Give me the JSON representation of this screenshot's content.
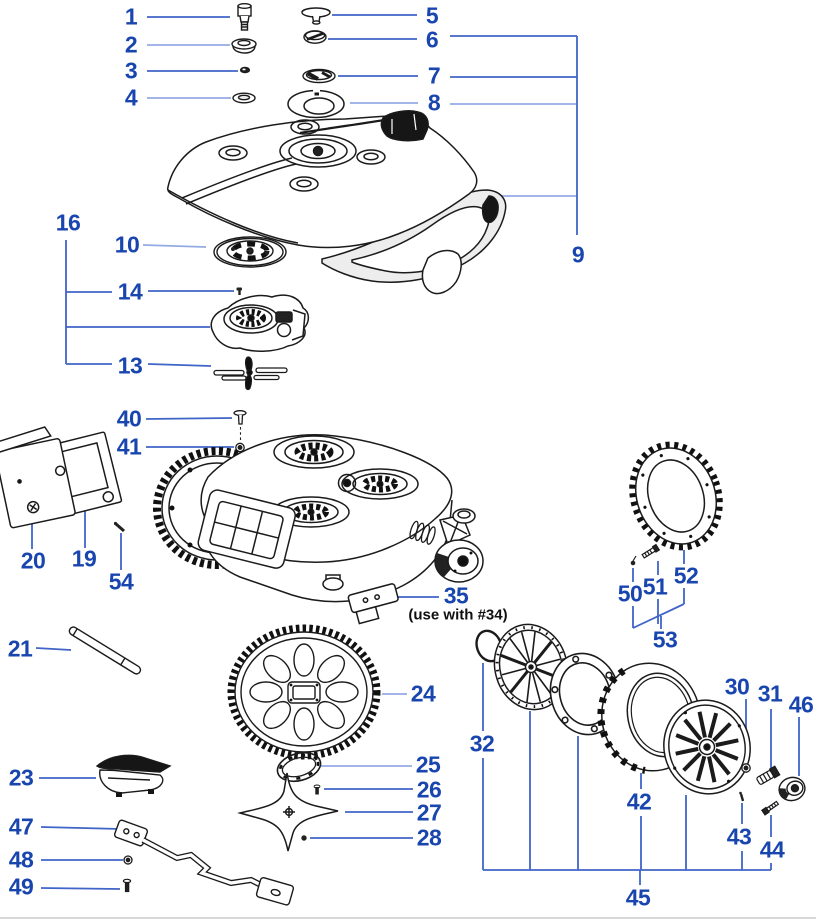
{
  "diagram": {
    "kind": "exploded-parts-diagram",
    "subject_icon": "robotic-lawn-mower-parts-icon",
    "background_color": "#ffffff",
    "callout_color": "#1845ae",
    "leader_line_color": "#4064c8",
    "leader_line_light_color": "#94aae4",
    "line_art_color": "#1b1b1b",
    "note_for_35": "(use with #34)",
    "callouts": {
      "n1": "1",
      "n2": "2",
      "n3": "3",
      "n4": "4",
      "n5": "5",
      "n6": "6",
      "n7": "7",
      "n8": "8",
      "n9": "9",
      "n10": "10",
      "n13": "13",
      "n14": "14",
      "n16": "16",
      "n19": "19",
      "n20": "20",
      "n21": "21",
      "n23": "23",
      "n24": "24",
      "n25": "25",
      "n26": "26",
      "n27": "27",
      "n28": "28",
      "n30": "30",
      "n31": "31",
      "n32": "32",
      "n35": "35",
      "n40": "40",
      "n41": "41",
      "n42": "42",
      "n43": "43",
      "n44": "44",
      "n45": "45",
      "n46": "46",
      "n47": "47",
      "n48": "48",
      "n49": "49",
      "n50": "50",
      "n51": "51",
      "n52": "52",
      "n53": "53",
      "n54": "54"
    },
    "part_icons": {
      "n1": "shoulder-bolt-icon",
      "n2": "flange-washer-icon",
      "n3": "hex-nut-icon",
      "n4": "washer-icon",
      "n5": "cap-screw-icon",
      "n6": "lock-nut-icon",
      "n7": "slotted-washer-icon",
      "n8": "cover-washer-icon",
      "n9": "top-cover-icon",
      "n10": "drive-disc-icon",
      "n13": "propeller-blade-icon",
      "n14": "screw-icon",
      "n16": "blade-motor-assembly-icon",
      "n19": "gasket-frame-icon",
      "n20": "mounting-plate-icon",
      "n21": "axle-pin-icon",
      "n23": "latch-icon",
      "n24": "ring-gear-icon",
      "n25": "o-ring-icon",
      "n26": "screw-icon",
      "n27": "star-blade-icon",
      "n28": "bolt-icon",
      "n30": "lock-nut-icon",
      "n31": "shoulder-bolt-icon",
      "n32": "o-ring-icon",
      "n35": "bracket-icon",
      "n40": "screw-icon",
      "n41": "lock-nut-icon",
      "n42": "tire-icon",
      "n43": "pin-icon",
      "n44": "screw-icon",
      "n45": "wheel-assembly-icon",
      "n46": "roller-icon",
      "n47": "support-arm-icon",
      "n48": "nut-icon",
      "n49": "screw-icon",
      "n50": "pin-icon",
      "n51": "screw-icon",
      "n52": "sprocket-icon",
      "n53": "sprocket-hardware-group-icon",
      "n54": "screw-icon"
    }
  }
}
